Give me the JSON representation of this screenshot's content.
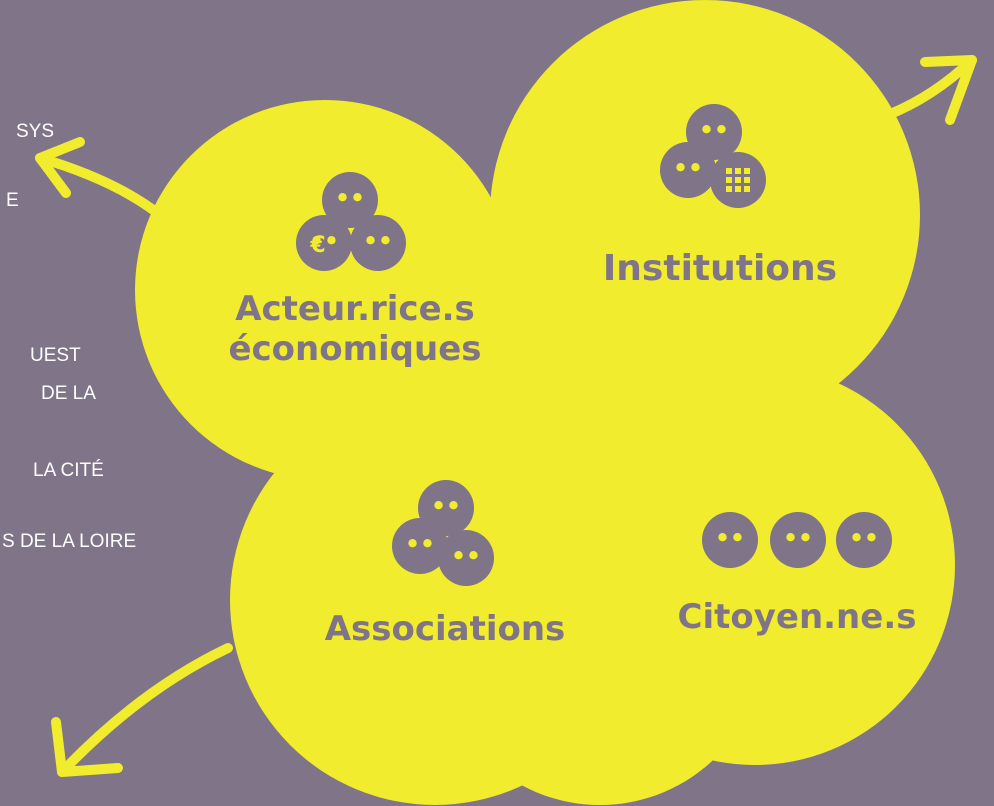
{
  "colors": {
    "background": "#7f7488",
    "blob": "#f1ec2d",
    "ink": "#7f7488"
  },
  "side_labels": [
    "SYS",
    "E",
    "UEST",
    "DE LA",
    "LA CITÉ",
    "S DE LA LOIRE"
  ],
  "groups": {
    "economic": {
      "line1": "Acteur.rice.s",
      "line2": "économiques",
      "icon": "people-euro-icon",
      "currency": "€"
    },
    "institutions": {
      "label": "Institutions",
      "icon": "people-building-icon"
    },
    "associations": {
      "label": "Associations",
      "icon": "people-group-icon"
    },
    "citizens": {
      "label": "Citoyen.ne.s",
      "icon": "three-people-icon"
    }
  }
}
